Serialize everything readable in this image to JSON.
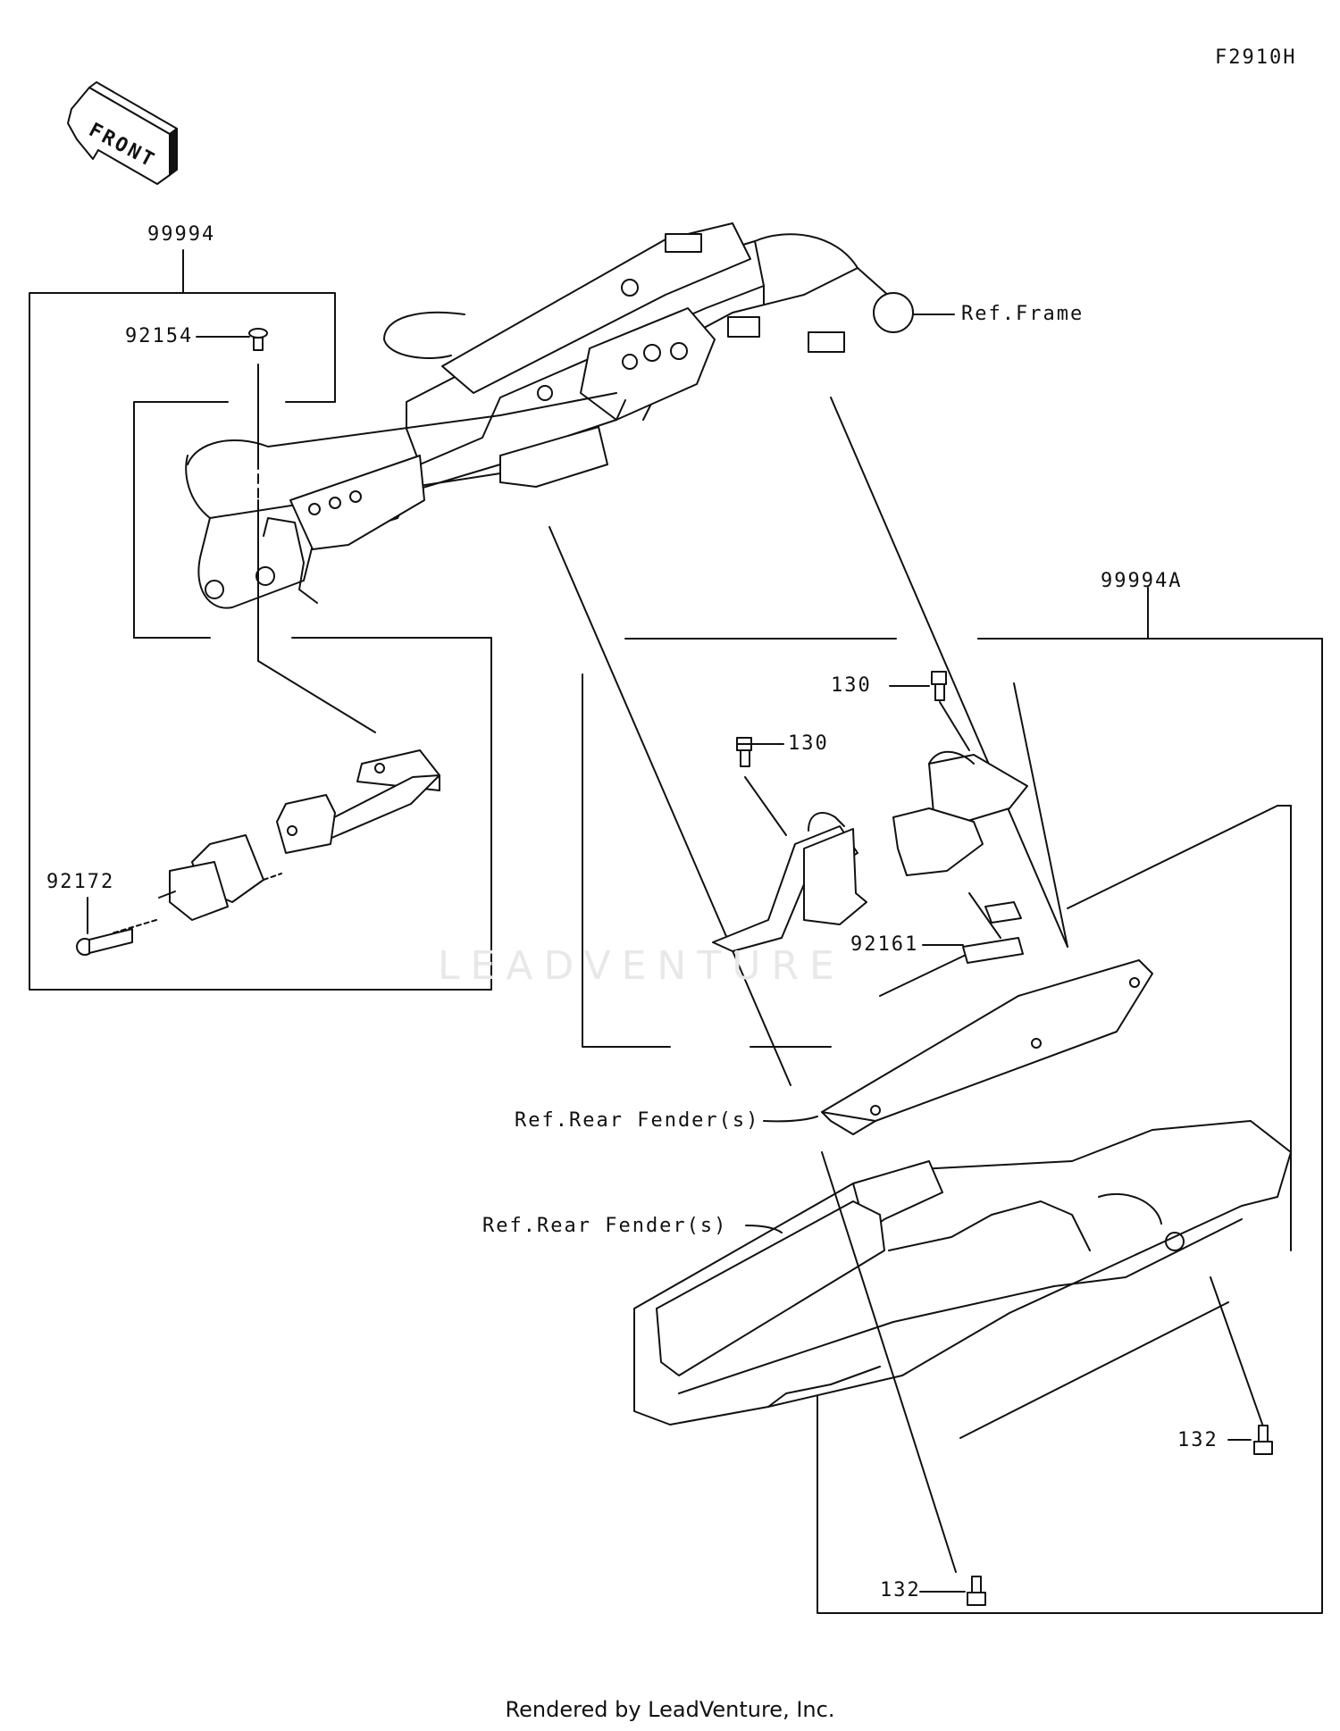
{
  "diagram_code": "F2910H",
  "front_arrow_text": "FRONT",
  "watermark": "LEADVENTURE",
  "footer": "Rendered by LeadVenture, Inc.",
  "labels": {
    "kit_left": "99994",
    "kit_right": "99994A",
    "screw_top": "92154",
    "bolt_left": "92172",
    "bolt_130_a": "130",
    "bolt_130_b": "130",
    "pad": "92161",
    "bolt_132_a": "132",
    "bolt_132_b": "132",
    "ref_frame": "Ref.Frame",
    "ref_rear_fender_a": "Ref.Rear Fender(s)",
    "ref_rear_fender_b": "Ref.Rear Fender(s)"
  }
}
